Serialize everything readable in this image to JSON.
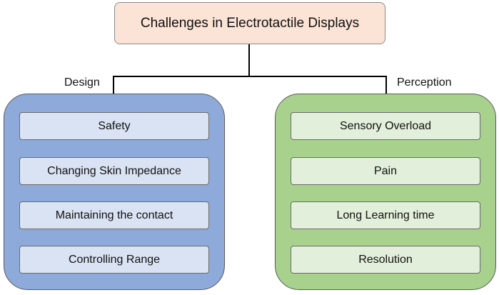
{
  "root": {
    "label": "Challenges in Electrotactile Displays"
  },
  "branches": {
    "design": {
      "label": "Design",
      "items": [
        "Safety",
        "Changing Skin Impedance",
        "Maintaining the contact",
        "Controlling Range"
      ]
    },
    "perception": {
      "label": "Perception",
      "items": [
        "Sensory Overload",
        "Pain",
        "Long Learning time",
        "Resolution"
      ]
    }
  },
  "colors": {
    "root_fill": "#fbe3d5",
    "design_panel": "#8eaadb",
    "design_item": "#dae3f3",
    "perception_panel": "#a9d18e",
    "perception_item": "#e2efda",
    "connector": "#000000"
  }
}
